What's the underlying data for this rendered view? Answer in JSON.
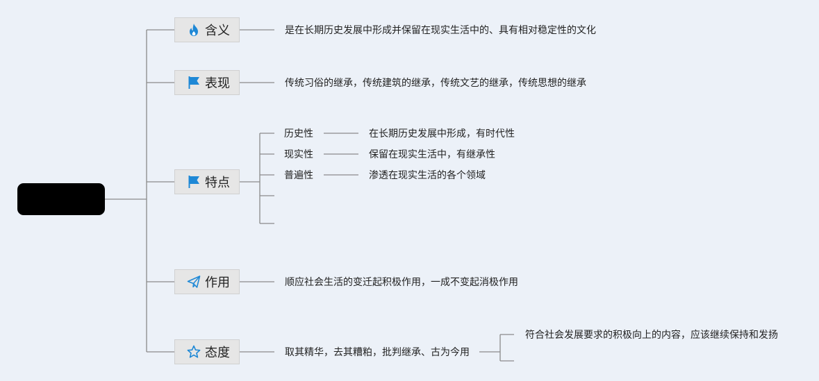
{
  "root": {
    "label": ""
  },
  "branches": [
    {
      "label": "含义",
      "icon": "fire-icon",
      "detail": "是在长期历史发展中形成并保留在现实生活中的、具有相对稳定性的文化"
    },
    {
      "label": "表现",
      "icon": "flag-icon",
      "detail": "传统习俗的继承，传统建筑的继承，传统文艺的继承，传统思想的继承"
    },
    {
      "label": "特点",
      "icon": "flag-icon",
      "sub": [
        {
          "label": "历史性",
          "detail": "在长期历史发展中形成，有时代性"
        },
        {
          "label": "现实性",
          "detail": "保留在现实生活中，有继承性"
        },
        {
          "label": "普遍性",
          "detail": "渗透在现实生活的各个领域"
        }
      ]
    },
    {
      "label": "作用",
      "icon": "paper-plane-icon",
      "detail": "顺应社会生活的变迁起积极作用，一成不变起消极作用"
    },
    {
      "label": "态度",
      "icon": "star-icon",
      "detail": "取其精华，去其糟粕，批判继承、古为今用",
      "sub_detail": "符合社会发展要求的积极向上的内容，应该继续保持和发扬"
    }
  ],
  "colors": {
    "background": "#ecf1f8",
    "line": "#8a8a8a",
    "icon": "#1e88d6",
    "node_bg": "#e6e6e6"
  }
}
